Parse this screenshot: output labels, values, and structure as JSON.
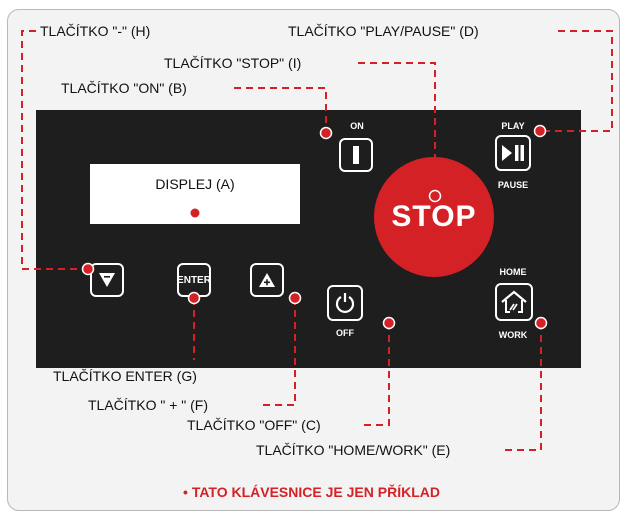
{
  "labels": {
    "minus": "TLAČÍTKO \"-\" (H)",
    "play_pause": "TLAČÍTKO \"PLAY/PAUSE\" (D)",
    "stop": "TLAČÍTKO \"STOP\" (I)",
    "on": "TLAČÍTKO \"ON\" (B)",
    "enter": "TLAČÍTKO ENTER (G)",
    "plus": "TLAČÍTKO \" + \" (F)",
    "off": "TLAČÍTKO \"OFF\" (C)",
    "home_work": "TLAČÍTKO \"HOME/WORK\" (E)"
  },
  "panel": {
    "display_label": "DISPLEJ (A)",
    "on_text": "ON",
    "play_text": "PLAY",
    "pause_text": "PAUSE",
    "stop_text": "STOP",
    "enter_text": "ENTER",
    "off_text": "OFF",
    "home_text": "HOME",
    "work_text": "WORK"
  },
  "note": "• TATO KLÁVESNICE JE JEN PŘÍKLAD",
  "colors": {
    "accent": "#d42126",
    "panel": "#1e1e1e"
  }
}
